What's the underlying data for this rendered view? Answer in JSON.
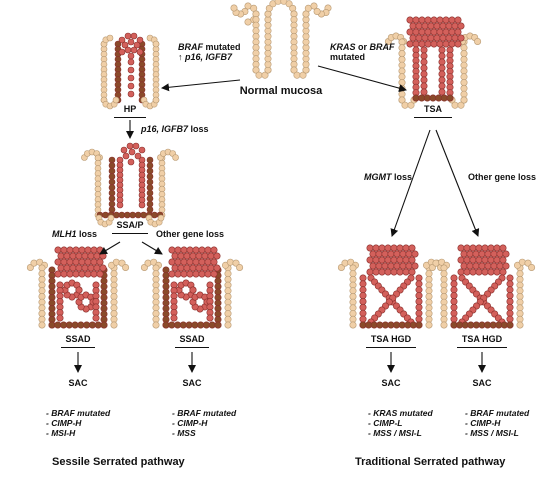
{
  "colors": {
    "normal_cell": "#f0cfa7",
    "normal_cell_edge": "#b89a74",
    "lesion_cell": "#d3605b",
    "lesion_cell_edge": "#8a2f2c",
    "dark_cell": "#8a4a2a",
    "arrow": "#111111"
  },
  "nodes": {
    "normal_mucosa": {
      "label": "Normal mucosa"
    },
    "hp": {
      "label": "HP"
    },
    "ssap": {
      "label": "SSA/P"
    },
    "ssad_left": {
      "label": "SSAD"
    },
    "ssad_right": {
      "label": "SSAD"
    },
    "tsa": {
      "label": "TSA"
    },
    "tsa_hgd_left": {
      "label": "TSA HGD"
    },
    "tsa_hgd_right": {
      "label": "TSA HGD"
    },
    "sac_1": {
      "label": "SAC"
    },
    "sac_2": {
      "label": "SAC"
    },
    "sac_3": {
      "label": "SAC"
    },
    "sac_4": {
      "label": "SAC"
    }
  },
  "edges": {
    "to_hp": {
      "gene": "BRAF",
      "rest": " mutated",
      "line2_arrow": "↑",
      "line2": "p16, IGFB7"
    },
    "to_tsa": {
      "gene": "KRAS",
      "mid": " or ",
      "gene2": "BRAF",
      "line2": "mutated"
    },
    "hp_to_ssap": {
      "genes": "p16, IGFB7",
      "rest": " loss"
    },
    "ssap_to_left": {
      "gene": "MLH1",
      "rest": " loss"
    },
    "ssap_to_right": {
      "label": "Other gene loss"
    },
    "tsa_to_left": {
      "gene": "MGMT",
      "rest": " loss"
    },
    "tsa_to_right": {
      "label": "Other gene loss"
    }
  },
  "characteristics": {
    "col1": [
      "- BRAF mutated",
      "- CIMP-H",
      "- MSI-H"
    ],
    "col2": [
      "- BRAF mutated",
      "- CIMP-H",
      "- MSS"
    ],
    "col3": [
      "- KRAS mutated",
      "- CIMP-L",
      "- MSS / MSI-L"
    ],
    "col4": [
      "- BRAF mutated",
      "- CIMP-H",
      "- MSS / MSI-L"
    ]
  },
  "pathways": {
    "sessile": "Sessile Serrated pathway",
    "traditional": "Traditional Serrated pathway"
  }
}
